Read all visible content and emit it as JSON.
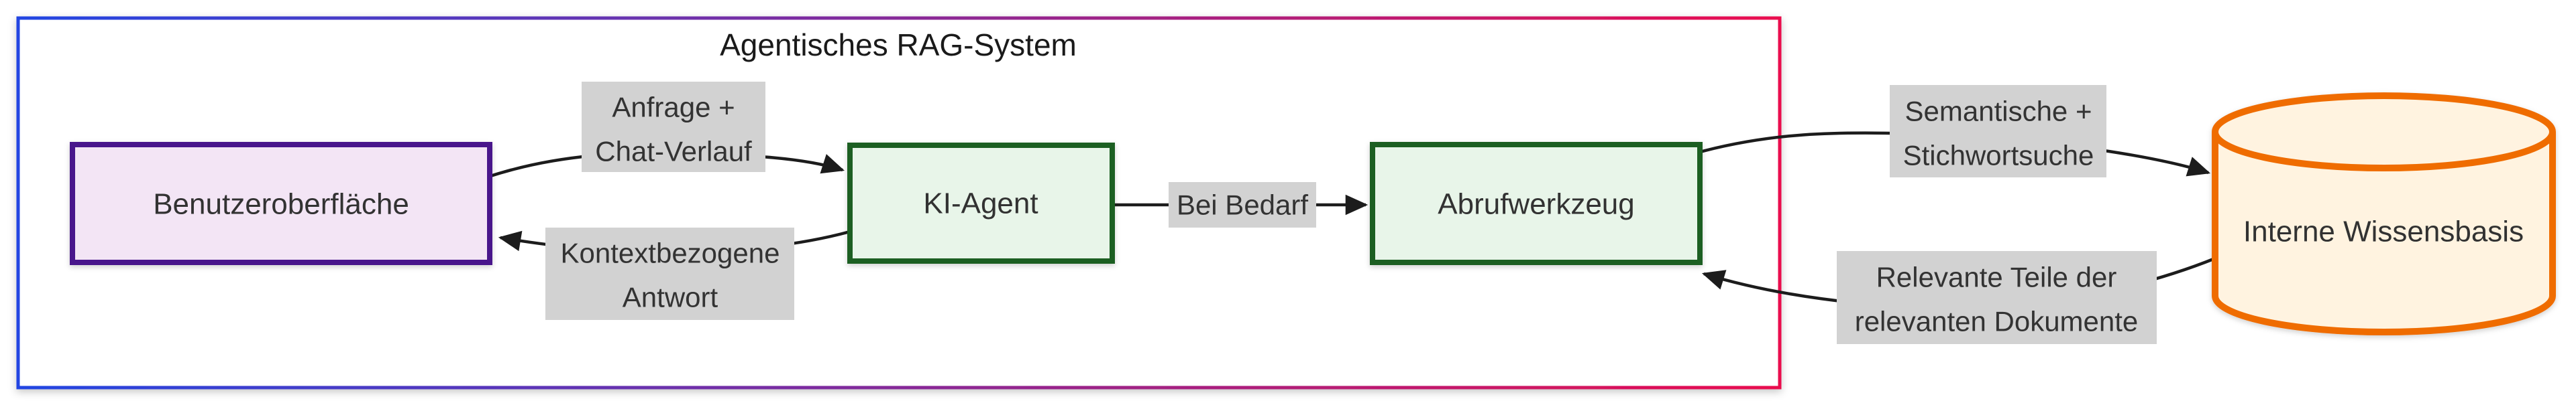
{
  "diagram": {
    "title": "Agentisches RAG-System",
    "nodes": {
      "ui": {
        "label": "Benutzeroberfläche"
      },
      "agent": {
        "label": "KI-Agent"
      },
      "tool": {
        "label": "Abrufwerkzeug"
      },
      "kb": {
        "label": "Interne Wissensbasis"
      }
    },
    "edge_labels": {
      "request": {
        "line1": "Anfrage +",
        "line2": "Chat-Verlauf"
      },
      "answer": {
        "line1": "Kontextbezogene",
        "line2": "Antwort"
      },
      "ondemand": {
        "label": "Bei Bedarf"
      },
      "search": {
        "line1": "Semantische +",
        "line2": "Stichwortsuche"
      },
      "results": {
        "line1": "Relevante Teile der",
        "line2": "relevanten Dokumente"
      }
    },
    "colors": {
      "frame_gradient_start": "#2145e2",
      "frame_gradient_end": "#ea0c4e",
      "node_ui_fill": "#f3e5f5",
      "node_ui_stroke": "#4a148c",
      "node_agent_fill": "#e8f5e9",
      "node_agent_stroke": "#1b5e20",
      "node_kb_fill": "#fff3e0",
      "node_kb_stroke": "#ef6c00",
      "edge_label_bg": "#d2d2d2",
      "edge_color": "#1c1c1c",
      "text_color": "#333333"
    }
  }
}
